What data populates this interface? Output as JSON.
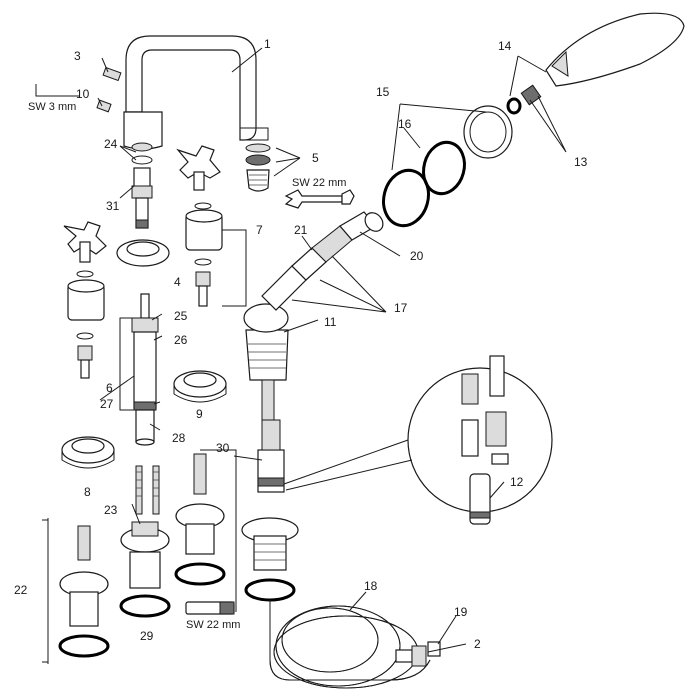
{
  "callouts": {
    "c1": "1",
    "c2": "2",
    "c3": "3",
    "c4": "4",
    "c5": "5",
    "c6": "6",
    "c7": "7",
    "c8": "8",
    "c9": "9",
    "c10": "10",
    "c11": "11",
    "c12": "12",
    "c13": "13",
    "c14": "14",
    "c15": "15",
    "c16": "16",
    "c17": "17",
    "c18": "18",
    "c19": "19",
    "c20": "20",
    "c21": "21",
    "c22": "22",
    "c23": "23",
    "c24": "24",
    "c25": "25",
    "c26": "26",
    "c27": "27",
    "c28": "28",
    "c29": "29",
    "c30": "30",
    "c31": "31"
  },
  "tool_notes": {
    "allen_key": "SW 3 mm",
    "spanner": "SW 22 mm",
    "socket": "SW 22 mm"
  },
  "icons": {
    "allen_key": "allen-key-icon",
    "spanner": "spanner-icon",
    "socket": "socket-wrench-icon",
    "magnifier": "detail-magnifier-icon"
  }
}
